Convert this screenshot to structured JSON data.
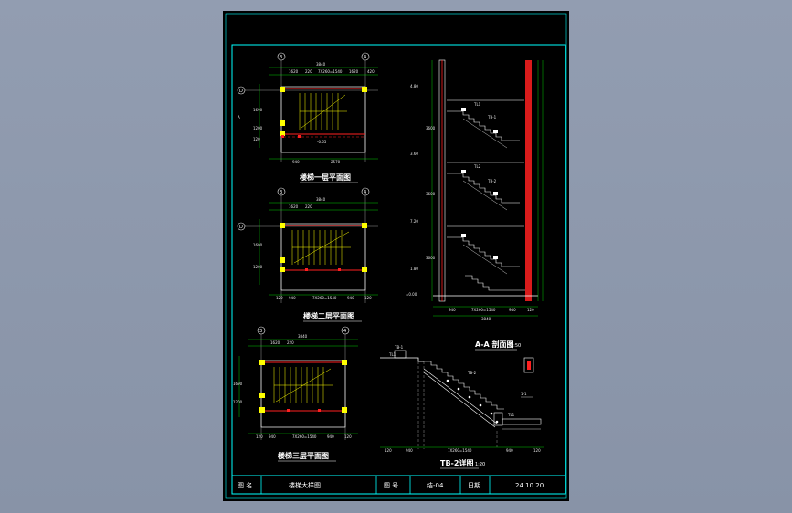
{
  "title_block": {
    "label_drawing": "图 名",
    "drawing_name": "楼梯大样图",
    "label_number": "图 号",
    "drawing_number": "结-04",
    "label_date": "日期",
    "date": "24.10.20"
  },
  "plan_1": {
    "title": "楼梯一层平面图",
    "axes": [
      "3",
      "4",
      "D"
    ],
    "top_dims": [
      "3840",
      "1620",
      "220",
      "7X260=1540",
      "1620",
      "420"
    ],
    "side_dims": [
      "1690",
      "1200",
      "120"
    ],
    "bottom_dims": [
      "940",
      "2570"
    ],
    "note": "-0.65"
  },
  "plan_2": {
    "title": "楼梯二层平面图",
    "axes": [
      "3",
      "4",
      "D"
    ],
    "top_dims": [
      "3840",
      "1620",
      "220"
    ],
    "side_dims": [
      "1690",
      "1200"
    ],
    "bottom_dims": [
      "120",
      "940",
      "7X260=1540",
      "940",
      "120"
    ]
  },
  "plan_3": {
    "title": "楼梯三层平面图",
    "axes": [
      "3",
      "4"
    ],
    "top_dims": [
      "3840",
      "1620",
      "220"
    ],
    "side_dims": [
      "1690",
      "1200"
    ],
    "bottom_dims": [
      "120",
      "940",
      "7X260=1540",
      "940",
      "120"
    ]
  },
  "section": {
    "title": "A-A 剖面图",
    "scale": "1:50",
    "levels": [
      "4.80",
      "3.60",
      "7.20",
      "1.80",
      "±0.00"
    ],
    "left_dims": [
      "3600",
      "3600",
      "3600"
    ],
    "bottom_dims": [
      "940",
      "7X260=1540",
      "940",
      "120"
    ],
    "total": "3840",
    "labels": [
      "TB-1",
      "TB-2",
      "TL1",
      "TL2"
    ]
  },
  "detail": {
    "title": "TB-2详图",
    "scale": "1:20",
    "labels": [
      "TB-1",
      "TL1",
      "TB-2",
      "TL1"
    ],
    "bottom_dims": [
      "120",
      "940",
      "7X260=1540",
      "940",
      "120"
    ],
    "side_label": "1-1"
  },
  "colors": {
    "background": "#000000",
    "frame": "#00ffff",
    "wall": "#ff2020",
    "column": "#ffff00",
    "stair": "#ffff00",
    "dim": "#00ff00",
    "text": "#ffffff"
  }
}
